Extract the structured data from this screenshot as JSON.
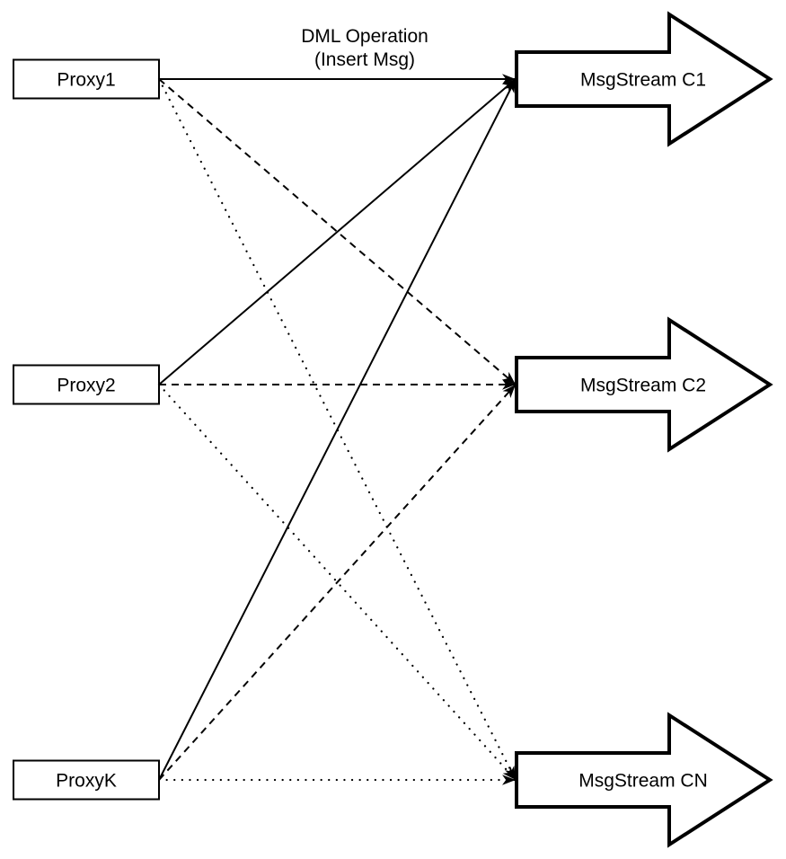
{
  "diagram": {
    "title": {
      "line1": "DML Operation",
      "line2": "(Insert Msg)"
    },
    "proxies": [
      {
        "id": "p1",
        "label": "Proxy1"
      },
      {
        "id": "p2",
        "label": "Proxy2"
      },
      {
        "id": "pk",
        "label": "ProxyK"
      }
    ],
    "streams": [
      {
        "id": "c1",
        "label": "MsgStream C1"
      },
      {
        "id": "c2",
        "label": "MsgStream C2"
      },
      {
        "id": "cn",
        "label": "MsgStream CN"
      }
    ],
    "edges": [
      {
        "from": "p1",
        "to": "c1",
        "style": "solid"
      },
      {
        "from": "p2",
        "to": "c1",
        "style": "solid"
      },
      {
        "from": "pk",
        "to": "c1",
        "style": "solid"
      },
      {
        "from": "p1",
        "to": "c2",
        "style": "dashed"
      },
      {
        "from": "p2",
        "to": "c2",
        "style": "dashed"
      },
      {
        "from": "pk",
        "to": "c2",
        "style": "dashed"
      },
      {
        "from": "p1",
        "to": "cn",
        "style": "dotted"
      },
      {
        "from": "p2",
        "to": "cn",
        "style": "dotted"
      },
      {
        "from": "pk",
        "to": "cn",
        "style": "dotted"
      }
    ],
    "colors": {
      "stroke": "#000000",
      "fill": "#ffffff"
    }
  }
}
